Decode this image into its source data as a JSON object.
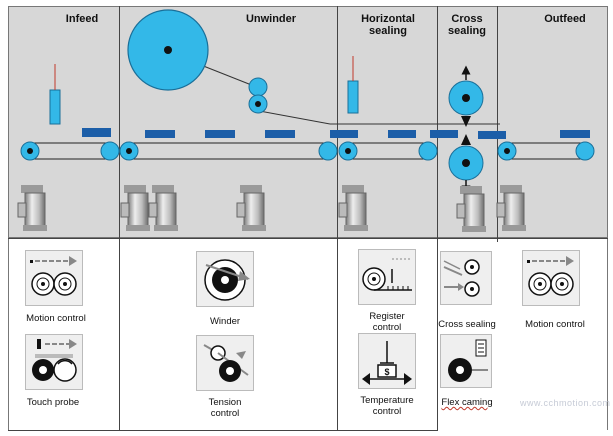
{
  "stages": [
    {
      "id": "infeed",
      "title": "Infeed"
    },
    {
      "id": "unwinder",
      "title": "Unwinder"
    },
    {
      "id": "horizontal-sealing",
      "title": "Horizontal\nsealing"
    },
    {
      "id": "cross-sealing",
      "title": "Cross\nsealing"
    },
    {
      "id": "outfeed",
      "title": "Outfeed"
    }
  ],
  "functions": {
    "motion_control_left": "Motion control",
    "touch_probe": "Touch probe",
    "winder": "Winder",
    "tension_control": "Tension\ncontrol",
    "register_control": "Register\ncontrol",
    "temperature_control": "Temperature\ncontrol",
    "cross_sealing": "Cross sealing",
    "flex_caming": "Flex caming",
    "motion_control_right": "Motion control"
  },
  "watermark": "www.cchmotion.com",
  "colors": {
    "roller": "#33b8e8",
    "roller_stroke": "#1a6f99",
    "product": "#1c5ea8",
    "band": "#d7d7d7",
    "icon_bg": "#efefef"
  }
}
